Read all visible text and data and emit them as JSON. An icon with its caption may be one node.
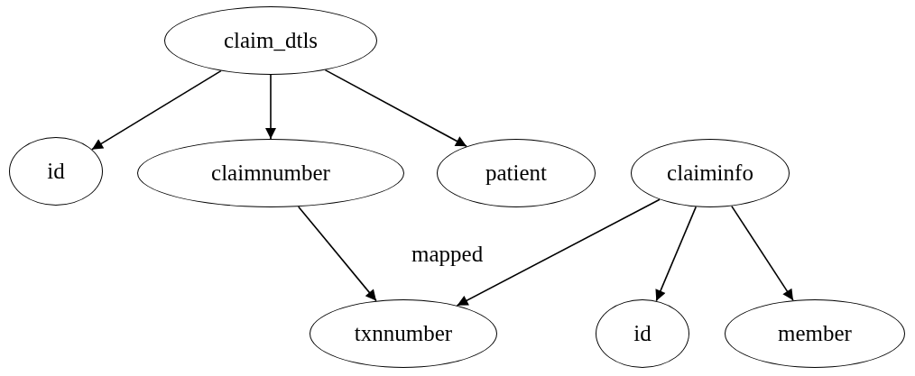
{
  "diagram": {
    "nodes": [
      {
        "text": [
          "claim_dtls"
        ]
      },
      {
        "text": [
          "id"
        ]
      },
      {
        "text": [
          "claimnumber"
        ]
      },
      {
        "text": [
          "patient"
        ]
      },
      {
        "text": [
          "claiminfo"
        ]
      },
      {
        "text": [
          "txnnumber"
        ]
      },
      {
        "text": [
          "id"
        ]
      },
      {
        "text": [
          "member"
        ]
      }
    ],
    "edges": [
      {
        "from": 0,
        "to": 1,
        "arrow": "to"
      },
      {
        "from": 0,
        "to": 2,
        "arrow": "to"
      },
      {
        "from": 0,
        "to": 3,
        "arrow": "to"
      },
      {
        "from": 2,
        "to": 5,
        "arrow": "to",
        "label": "mapped"
      },
      {
        "from": 4,
        "to": 5,
        "arrow": "to"
      },
      {
        "from": 4,
        "to": 6,
        "arrow": "to"
      },
      {
        "from": 4,
        "to": 7,
        "arrow": "to"
      }
    ]
  }
}
